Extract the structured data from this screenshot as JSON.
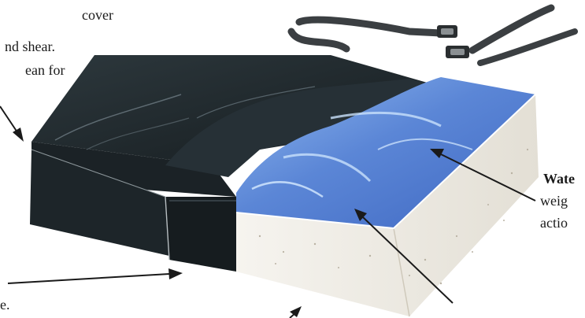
{
  "labels": {
    "cover_lines": [
      "cover",
      "nd shear.",
      "ean for"
    ],
    "water_title": "Wate",
    "water_lines": [
      "weig",
      "actio"
    ],
    "bottom_left": "e."
  },
  "colors": {
    "cover_dark": "#1d2529",
    "cover_mid": "#2d383d",
    "gel_blue": "#5b86d6",
    "gel_light": "#9cc4f2",
    "foam": "#ece9e1",
    "foam_side": "#f4f2ec",
    "strap": "#3b3f42",
    "arrow": "#1a1a1a"
  },
  "icons": [
    "arrow",
    "buckle-icon"
  ]
}
